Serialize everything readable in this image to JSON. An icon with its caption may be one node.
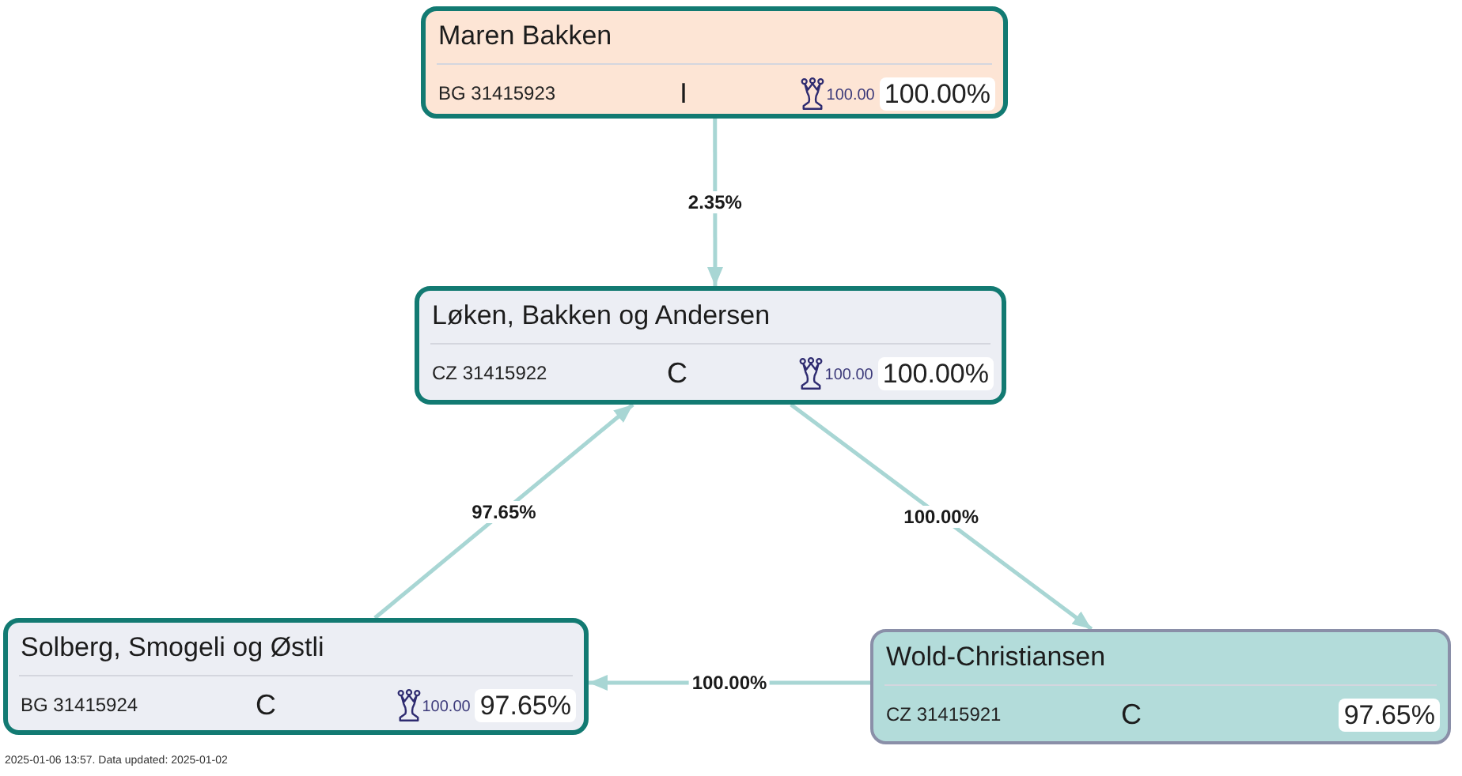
{
  "diagram": {
    "nodes": [
      {
        "text": [
          "Maren Bakken",
          "BG 31415923",
          "I",
          "100.00",
          "100.00%"
        ]
      },
      {
        "text": [
          "Løken, Bakken og Andersen",
          "CZ 31415922",
          "C",
          "100.00",
          "100.00%"
        ]
      },
      {
        "text": [
          "Solberg, Smogeli og Østli",
          "BG 31415924",
          "C",
          "100.00",
          "97.65%"
        ]
      },
      {
        "text": [
          "Wold-Christiansen",
          "CZ 31415921",
          "C",
          "97.65%"
        ]
      }
    ],
    "edges": [
      {
        "from": 0,
        "to": 1,
        "arrow": "to",
        "label": "2.35%"
      },
      {
        "from": 2,
        "to": 1,
        "arrow": "to",
        "label": "97.65%"
      },
      {
        "from": 1,
        "to": 3,
        "arrow": "to",
        "label": "100.00%"
      },
      {
        "from": 3,
        "to": 2,
        "arrow": "to",
        "label": "100.00%"
      }
    ],
    "labels": [
      "2025-01-06 13:57. Data updated: 2025-01-02"
    ]
  }
}
